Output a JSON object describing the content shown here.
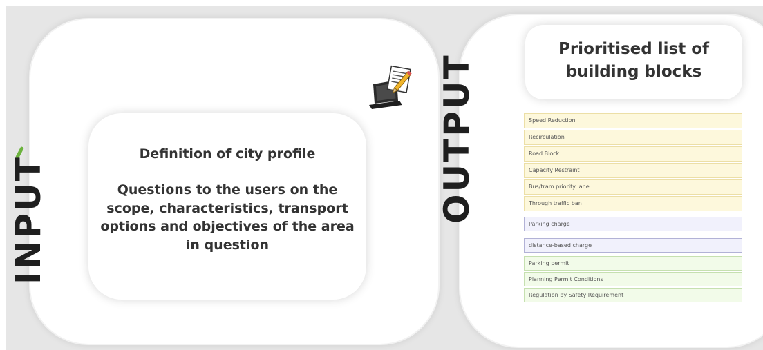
{
  "input": {
    "side_label": "INPUT",
    "card": {
      "title": "Definition of city profile",
      "body": "Questions to the users on the scope, characteristics, transport options and objectives of the area in question"
    }
  },
  "output": {
    "side_label": "OUTPUT",
    "title": "Prioritised list of building blocks",
    "blocks": [
      {
        "label": "Speed Reduction",
        "color": "#fdf8dc"
      },
      {
        "label": "Recirculation",
        "color": "#fdf8dc"
      },
      {
        "label": "Road Block",
        "color": "#fdf8dc"
      },
      {
        "label": "Capacity Restraint",
        "color": "#fdf8dc"
      },
      {
        "label": "Bus/tram priority lane",
        "color": "#fdf8dc"
      },
      {
        "label": "Through traffic ban",
        "color": "#fdf8dc"
      },
      {
        "label": "Parking charge",
        "color": "#f1f1fc"
      },
      {
        "label": "distance-based charge",
        "color": "#f1f1fc"
      },
      {
        "label": "Parking permit",
        "color": "#f2fbe9"
      },
      {
        "label": "Planning Permit Conditions",
        "color": "#f2fbe9"
      },
      {
        "label": "Regulation by Safety Requirement",
        "color": "#f2fbe9"
      }
    ]
  },
  "icons": {
    "laptop": "laptop-with-document-icon"
  },
  "colors": {
    "background": "#e6e6e6",
    "accent_green": "#6cb33e"
  }
}
